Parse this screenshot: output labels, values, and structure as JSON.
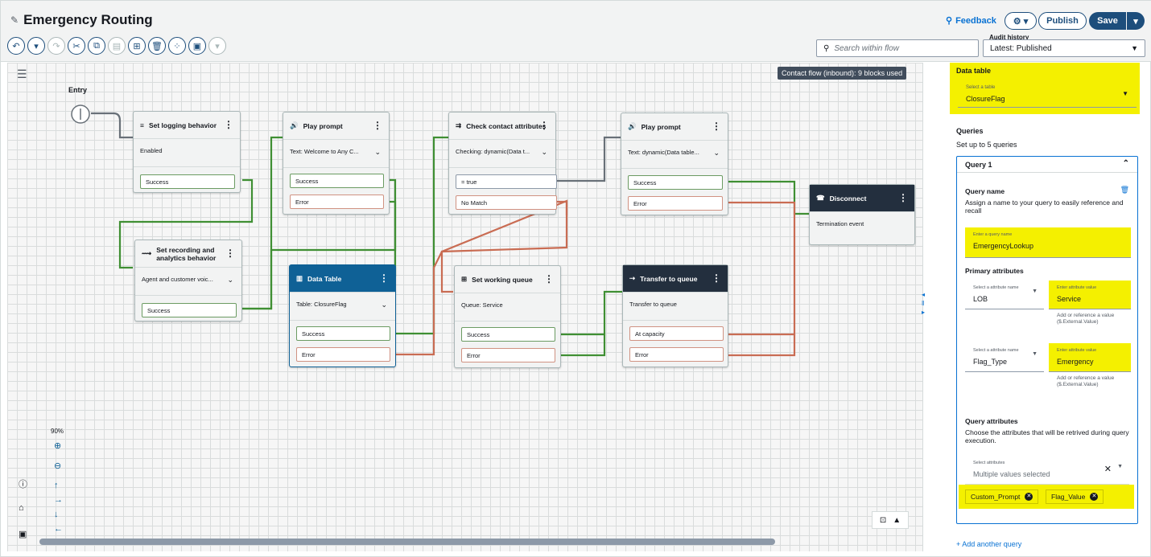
{
  "header": {
    "title": "Emergency Routing",
    "feedback": "Feedback",
    "publish": "Publish",
    "save": "Save"
  },
  "search": {
    "placeholder": "Search within flow"
  },
  "audit": {
    "label": "Audit history",
    "value": "Latest: Published"
  },
  "canvas": {
    "contact_tag": "Contact flow (inbound): 9 blocks used",
    "zoom": "90%",
    "entry": "Entry"
  },
  "blocks": {
    "logging": {
      "title": "Set logging behavior",
      "body": "Enabled",
      "ports": [
        "Success"
      ]
    },
    "recording": {
      "title": "Set recording and analytics behavior",
      "body": "Agent and customer voic...",
      "ports": [
        "Success"
      ]
    },
    "prompt1": {
      "title": "Play prompt",
      "body": "Text: Welcome to Any C...",
      "ports": [
        "Success",
        "Error"
      ]
    },
    "datatable": {
      "title": "Data Table",
      "body": "Table: ClosureFlag",
      "ports": [
        "Success",
        "Error"
      ]
    },
    "check": {
      "title": "Check contact attributes",
      "body": "Checking: dynamic(Data t...",
      "ports": [
        "= true",
        "No Match"
      ]
    },
    "queue": {
      "title": "Set working queue",
      "body": "Queue: Service",
      "ports": [
        "Success",
        "Error"
      ]
    },
    "prompt2": {
      "title": "Play prompt",
      "body": "Text: dynamic(Data table...",
      "ports": [
        "Success",
        "Error"
      ]
    },
    "transfer": {
      "title": "Transfer to queue",
      "body": "Transfer to queue",
      "ports": [
        "At capacity",
        "Error"
      ]
    },
    "disconnect": {
      "title": "Disconnect",
      "body": "Termination event"
    }
  },
  "panel": {
    "data_table": {
      "title": "Data table",
      "select_label": "Select a table",
      "value": "ClosureFlag"
    },
    "queries_title": "Queries",
    "queries_sub": "Set up to 5 queries",
    "query1": {
      "title": "Query 1",
      "name_title": "Query name",
      "name_desc": "Assign a name to your query to easily reference and recall",
      "name_label": "Enter a query name",
      "name_value": "EmergencyLookup",
      "primary_title": "Primary attributes",
      "attr_label": "Select a attribute name",
      "val_label": "Enter attribute value",
      "help": "Add or reference a value ($.External.Value)",
      "attrs": [
        {
          "name": "LOB",
          "value": "Service"
        },
        {
          "name": "Flag_Type",
          "value": "Emergency"
        }
      ],
      "qa_title": "Query attributes",
      "qa_desc": "Choose the attributes that will be retrived during query execution.",
      "qa_label": "Select attributes",
      "qa_placeholder": "Multiple values selected",
      "tags": [
        "Custom_Prompt",
        "Flag_Value"
      ]
    },
    "add_query": "+ Add another query"
  }
}
